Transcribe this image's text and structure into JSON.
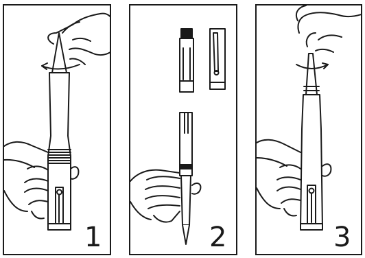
{
  "panels": [
    {
      "label": "1"
    },
    {
      "label": "2"
    },
    {
      "label": "3"
    }
  ],
  "colors": {
    "ink": "#1a1a1a",
    "paper": "#ffffff"
  }
}
